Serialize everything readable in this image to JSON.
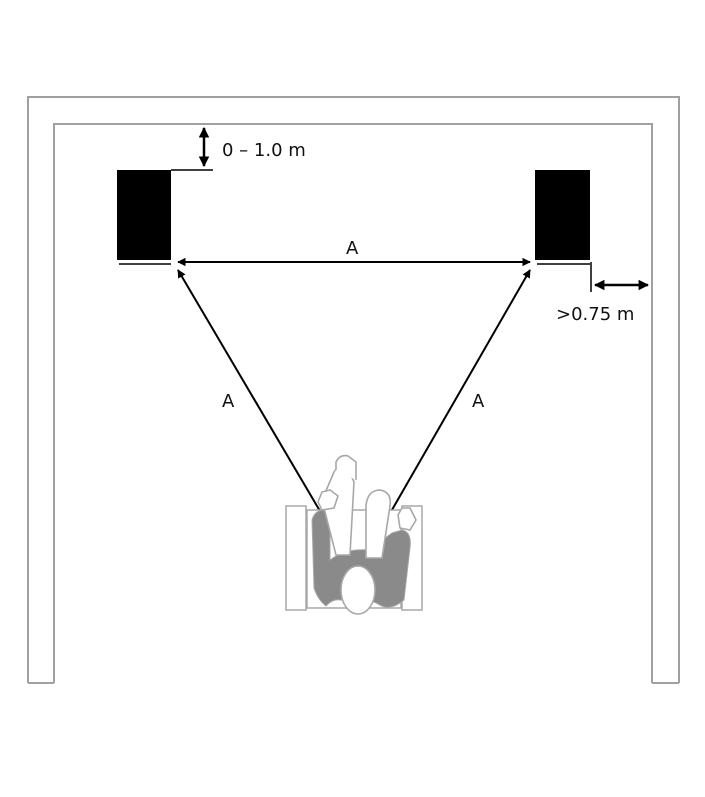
{
  "labels": {
    "wall_gap": "0 – 1.0 m",
    "side_gap": ">0.75 m",
    "distance_top": "A",
    "distance_left": "A",
    "distance_right": "A"
  },
  "colors": {
    "room_outline": "#a0a0a0",
    "speaker": "#000000",
    "arrow": "#000000",
    "listener_body": "#8a8a8a",
    "listener_outline": "#a8a8a8"
  },
  "icons": {
    "speaker": "speaker-box-icon",
    "listener": "person-on-chair-icon"
  }
}
